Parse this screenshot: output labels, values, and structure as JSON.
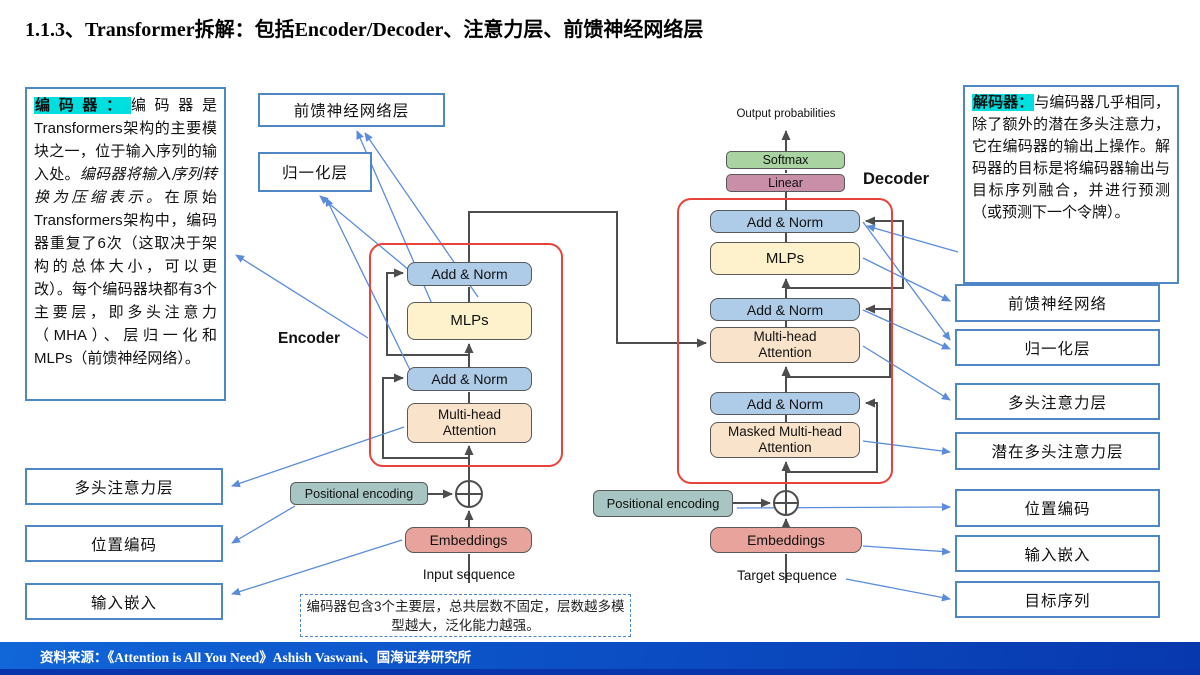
{
  "title": "1.1.3、Transformer拆解：包括Encoder/Decoder、注意力层、前馈神经网络层",
  "left_panel": {
    "highlight": "编码器：",
    "body1": "编码器是Transformers架构的主要模块之一，位于输入序列的输入处。",
    "italic": "编码器将输入序列转换为压缩表示。",
    "body2": "在原始Transformers架构中，编码器重复了6次（这取决于架构的总体大小，可以更改）。每个编码器块都有3个主要层，即多头注意力（MHA）、层归一化和MLPs（前馈神经网络）。"
  },
  "right_panel": {
    "highlight": "解码器：",
    "body": "与编码器几乎相同，除了额外的潜在多头注意力，它在编码器的输出上操作。解码器的目标是将编码器输出与目标序列融合，并进行预测（或预测下一个令牌）。"
  },
  "left_labels": {
    "ffn": "前馈神经网络层",
    "norm": "归一化层",
    "mha": "多头注意力层",
    "pos": "位置编码",
    "embed": "输入嵌入"
  },
  "right_labels": {
    "ffn": "前馈神经网络",
    "norm": "归一化层",
    "mha": "多头注意力层",
    "masked_mha": "潜在多头注意力层",
    "pos": "位置编码",
    "embed": "输入嵌入",
    "target": "目标序列"
  },
  "encoder": {
    "label": "Encoder",
    "add_norm": "Add & Norm",
    "mlps": "MLPs",
    "mha": "Multi-head Attention",
    "pos_enc": "Positional encoding",
    "embeddings": "Embeddings",
    "input_seq": "Input sequence"
  },
  "decoder": {
    "label": "Decoder",
    "output_prob": "Output probabilities",
    "softmax": "Softmax",
    "linear": "Linear",
    "add_norm": "Add & Norm",
    "mlps": "MLPs",
    "mha": "Multi-head Attention",
    "masked_mha": "Masked Multi-head Attention",
    "pos_enc": "Positional encoding",
    "embeddings": "Embeddings",
    "target_seq": "Target sequence"
  },
  "note": "编码器包含3个主要层，总共层数不固定，层数越多模型越大，泛化能力越强。",
  "footer": "资料来源：《Attention is All You Need》Ashish Vaswani、国海证券研究所",
  "colors": {
    "add_norm_fill": "#aecbe8",
    "mlps_fill": "#fdf2cc",
    "attention_fill": "#fae3cb",
    "softmax_fill": "#a9d3a0",
    "linear_fill": "#c98fa8",
    "pos_enc_fill": "#a7c6c3",
    "embeddings_fill": "#e8a49c",
    "stack_outline": "#e8433b",
    "label_box_border": "#4e86c6",
    "connector_blue": "#5b8cdb",
    "connector_dark": "#4d4d4d",
    "highlight_cyan": "#00dfdf",
    "footer_blue_start": "#1166d8",
    "footer_blue_end": "#0838ae"
  }
}
